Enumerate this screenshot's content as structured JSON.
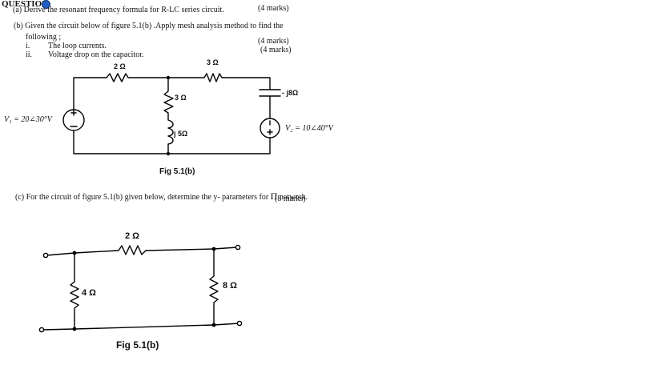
{
  "question": {
    "heading": "QUESTION",
    "a_text": "(a)  Derive the resonant frequency formula for R-LC series circuit.",
    "a_marks": "(4 marks)",
    "b_text_line1": "(b)  Given the circuit below of figure 5.1(b) .Apply mesh analysis method to find the",
    "b_text_line2": "following ;",
    "b_item_i_num": "i.",
    "b_item_i": "The loop currents.",
    "b_item_i_marks": "(4 marks)",
    "b_item_ii_num": "ii.",
    "b_item_ii": "Voltage drop on the capacitor.",
    "b_item_ii_marks": "(4 marks)",
    "c_text_a": "(c)  For the circuit of figure 5.1(b) given below, determine the y- parameters for",
    "c_text_pi": "Π",
    "c_text_b": "network.",
    "c_marks": "(8 marks)"
  },
  "figure_b": {
    "r1_label": "2 Ω",
    "r2_label": "3 Ω",
    "r3_label": "3 Ω",
    "l_label": "j 5Ω",
    "c_label": "- j8Ω",
    "v1_label": "V₁ = 20∠30°V",
    "v2_label": "V₂ = 10∠40°V",
    "caption": "Fig 5.1(b)"
  },
  "figure_c": {
    "r_series_label": "2 Ω",
    "r_left_label": "4 Ω",
    "r_right_label": "8 Ω",
    "caption": "Fig 5.1(b)"
  },
  "colors": {
    "ink": "#111111",
    "logo_blue": "#1f5fbf"
  }
}
